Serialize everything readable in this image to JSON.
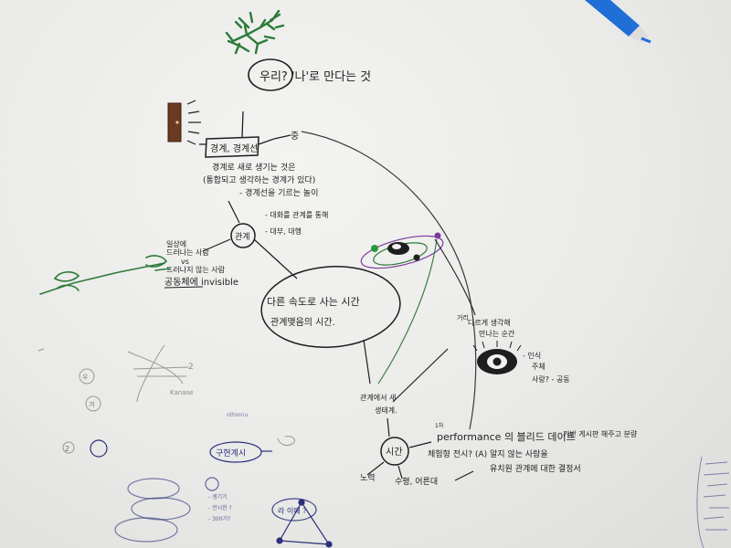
{
  "scene": {
    "description_free": true,
    "ink": {
      "black": "#1e1e1e",
      "green": "#2d7a3a",
      "blue": "#2a2f7a",
      "brown": "#6b3a22",
      "purple": "#7a3aa0"
    }
  },
  "notes": {
    "top_question": "우리? '나'로 만다는 것",
    "box_label": "경계, 경계선",
    "box_side": "중",
    "note_line1": "경계로 새로 생기는 것은",
    "note_line2": "(통합되고 생각하는 경계가 있다)",
    "note_line3": "- 경계선을 기르는 놀이",
    "relation_circle": "관계",
    "relation_r1": "- 대화를 관계를 통해",
    "relation_r2": "- 대부, 대행",
    "left_l1": "일상에",
    "left_l2": "드러나는 사람",
    "left_l3": "vs",
    "left_l4": "드러나지 않는 사람",
    "invisible": "공동체에 invisible",
    "center_l1": "다른 속도로 사는 시간",
    "center_l2": "관계맺음의 시간.",
    "orbit_l1": "거리",
    "orbit_l2": "다르게 생각해",
    "orbit_l3": "만나는 순간",
    "eye_r1": "- 인식",
    "eye_r2": "주체",
    "eye_r3": "사랑? - 공동",
    "relation_new_l1": "관계에서 새",
    "relation_new_l2": "생태계.",
    "time_circle": "시간",
    "performance_tag": "1차",
    "performance": "performance 의 블리드 데이트",
    "performance_r": "기반 게시판 해주고 분량",
    "perf_l2": "체험형 전시?  (A) 알지 않는 사람을",
    "bottom_left": "노력",
    "bottom_mid": "수평, 어른대",
    "bottom_right": "유치원 관계에 대한 결정서",
    "faded_kanase": "Kanase",
    "faded_2": "2",
    "faded_small": "ottoonu",
    "faded_b1": "구현계시",
    "faded_b2": "라 이때 ?",
    "faded_q1": "우",
    "faded_q2": "겨",
    "faded_num": "2",
    "faded_list1": "- 생기기",
    "faded_list2": "- 전시한 ?",
    "faded_list3": "- 300기?"
  }
}
